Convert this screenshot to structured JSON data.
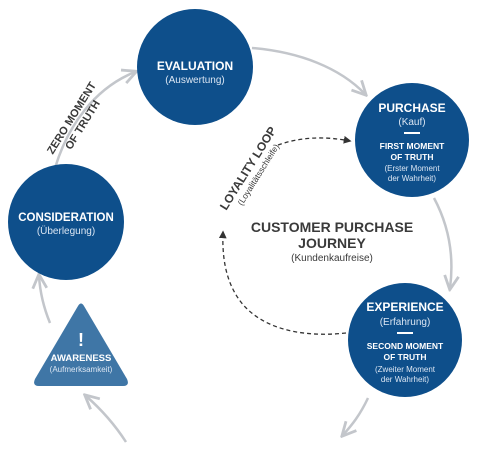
{
  "diagram": {
    "center": {
      "title_line1": "CUSTOMER PURCHASE",
      "title_line2": "JOURNEY",
      "subtitle": "(Kundenkaufreise)"
    },
    "loyalty_loop": {
      "label": "LOYALITY LOOP",
      "sublabel": "(Loyalitätsschleife)"
    },
    "zero_moment": {
      "line1": "ZERO MOMENT",
      "line2": "OF TRUTH"
    },
    "nodes": {
      "evaluation": {
        "title": "EVALUATION",
        "subtitle": "(Auswertung)"
      },
      "purchase": {
        "title": "PURCHASE",
        "subtitle": "(Kauf)",
        "moment_line1": "FIRST MOMENT",
        "moment_line2": "OF TRUTH",
        "moment_sub1": "(Erster Moment",
        "moment_sub2": "der Wahrheit)"
      },
      "experience": {
        "title": "EXPERIENCE",
        "subtitle": "(Erfahrung)",
        "moment_line1": "SECOND MOMENT",
        "moment_line2": "OF TRUTH",
        "moment_sub1": "(Zweiter Moment",
        "moment_sub2": "der Wahrheit)"
      },
      "consideration": {
        "title": "CONSIDERATION",
        "subtitle": "(Überlegung)"
      },
      "awareness": {
        "mark": "!",
        "title": "AWARENESS",
        "subtitle": "(Aufmerksamkeit)"
      }
    },
    "colors": {
      "circle": "#0e4f8b",
      "triangle": "#3f76a6",
      "arrow": "#c3c6cb",
      "loop": "#333333",
      "text_dark": "#3a3a3a"
    }
  }
}
